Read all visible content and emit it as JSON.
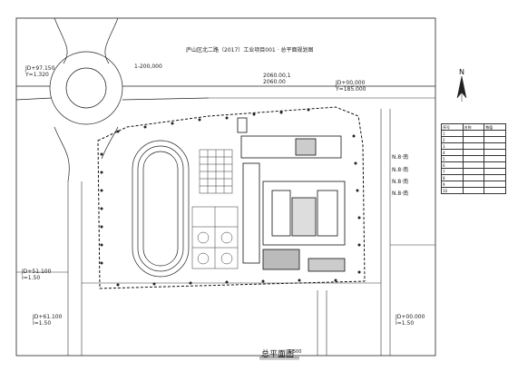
{
  "drawing": {
    "title": "总平面图",
    "scale": "1:500",
    "north_label": "N"
  },
  "labels": {
    "top_note": "庐山区北二路（2017）工业项目001 · 总平面规划图",
    "road_left_1": "JD+97.150",
    "road_left_2": "Y=1.320",
    "road_top_mid": "1-200,000",
    "road_top_right_1": "JD+00,000",
    "road_top_right_2": "Y=185.000",
    "road_mid_1": "2060.00,1",
    "road_mid_2": "2060.00",
    "left_mid_1": "JD+51.100",
    "left_mid_2": "I=1.50",
    "left_bottom_1": "JD+61.100",
    "left_bottom_2": "I=1.50",
    "right_a": "N.8·南",
    "right_b": "N.8·南",
    "right_c": "N.8·南",
    "right_d": "N.8·南",
    "right_bottom_1": "JD+00.000",
    "right_bottom_2": "I=1.50"
  },
  "table": {
    "rows": [
      [
        "序号",
        "名称",
        "数值"
      ],
      [
        "1",
        "",
        ""
      ],
      [
        "2",
        "",
        ""
      ],
      [
        "3",
        "",
        ""
      ],
      [
        "4",
        "",
        ""
      ],
      [
        "5",
        "",
        ""
      ],
      [
        "6",
        "",
        ""
      ],
      [
        "7",
        "",
        ""
      ],
      [
        "8",
        "",
        ""
      ],
      [
        "9",
        "",
        ""
      ],
      [
        "10",
        "",
        ""
      ]
    ]
  }
}
